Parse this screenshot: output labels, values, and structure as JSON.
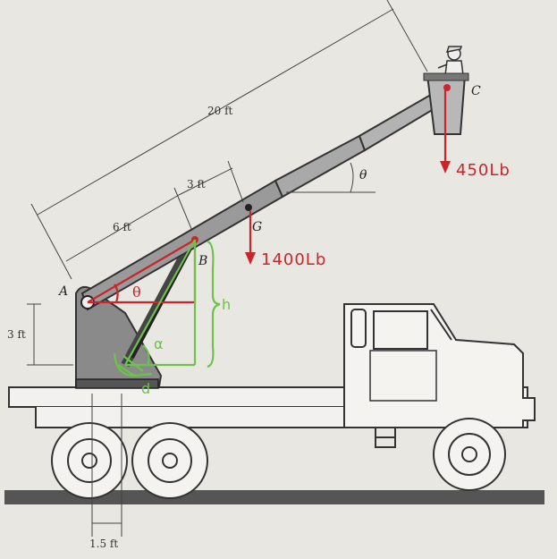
{
  "labels": {
    "point_a": "A",
    "point_b": "B",
    "point_c": "C",
    "point_g": "G",
    "angle_theta": "θ",
    "dim_20ft": "20 ft",
    "dim_6ft": "6 ft",
    "dim_3ft_boom": "3 ft",
    "dim_3ft_height": "3 ft",
    "dim_1_5ft": "1.5 ft"
  },
  "annotations": {
    "load_c": "450Lb",
    "load_g": "1400Lb",
    "height_h": "h",
    "angle_alpha": "α",
    "offset_d": "d",
    "angle_theta_red": "θ"
  },
  "colors": {
    "ink": "#2b2b2b",
    "red": "#c8262b",
    "green": "#6cc24a",
    "boom_fill": "#9a9a9a",
    "background": "#e9e7e2"
  }
}
